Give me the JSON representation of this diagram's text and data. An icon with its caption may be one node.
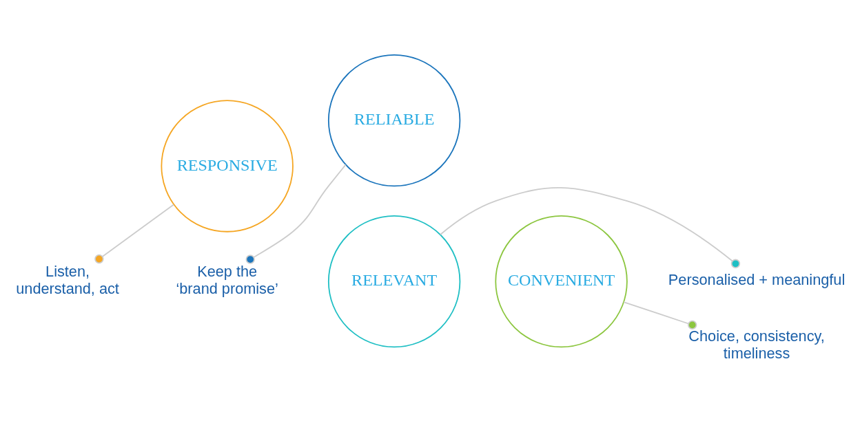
{
  "diagram": {
    "nodes": [
      {
        "text": [
          "RELEVANT"
        ]
      },
      {
        "text": [
          "Personalised + meaningful"
        ]
      },
      {
        "text": [
          "RESPONSIVE"
        ]
      },
      {
        "text": [
          "Listen, understand, act"
        ]
      },
      {
        "text": [
          "CONVENIENT"
        ]
      },
      {
        "text": [
          "Choice, consistency, timeliness"
        ]
      },
      {
        "text": [
          "RELIABLE"
        ]
      },
      {
        "text": [
          "Keep the ‘brand promise’"
        ]
      }
    ],
    "edges": [
      {
        "from": 0,
        "to": 1,
        "arrow": "other"
      },
      {
        "from": 2,
        "to": 3,
        "arrow": "other"
      },
      {
        "from": 4,
        "to": 5,
        "arrow": "other"
      },
      {
        "from": 6,
        "to": 7,
        "arrow": "other"
      }
    ]
  }
}
